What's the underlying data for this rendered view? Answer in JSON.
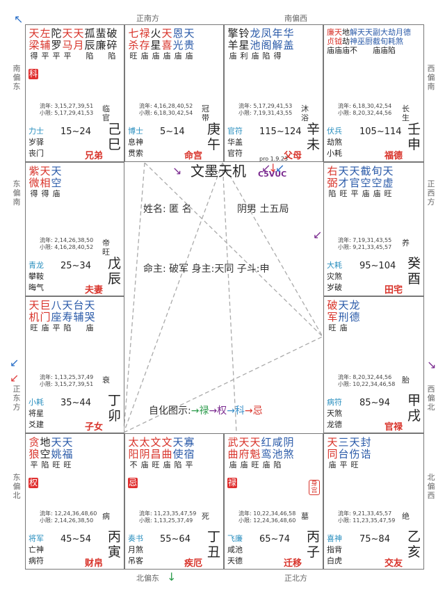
{
  "directions": {
    "top1": "正南方",
    "top2": "南偏西",
    "bottom1": "北偏东",
    "bottom2": "正北方",
    "left1": "南偏东",
    "left2": "东偏南",
    "left3": "正东方",
    "left4": "东偏北",
    "right1": "西偏南",
    "right2": "正西方",
    "right3": "西偏北",
    "right4": "北偏西"
  },
  "center": {
    "title": "文墨天机",
    "version": "pro 1.9.23",
    "code": "C5VUC",
    "name": "姓名: 匿 名",
    "gender": "阴男 土五局",
    "line2": "命主: 破军 身主:天同 子斗:申",
    "legend_prefix": "自化图示:",
    "legend_lu": "→禄",
    "legend_quan": "→权",
    "legend_ke": "→科",
    "legend_ji": "→忌"
  },
  "cells": {
    "si": {
      "stars": [
        [
          "天",
          "梁",
          "得",
          "red"
        ],
        [
          "左",
          "辅",
          "平",
          "red"
        ],
        [
          "陀",
          "罗",
          "平",
          "dk"
        ],
        [
          "天",
          "马",
          "平",
          "red"
        ],
        [
          "天",
          "月",
          "",
          "red"
        ],
        [
          "孤",
          "辰",
          "陷",
          "pur"
        ],
        [
          "蜚",
          "廉",
          "",
          "pur"
        ],
        [
          "破",
          "碎",
          "陷",
          "pur"
        ]
      ],
      "mark": "科",
      "ln1": "流年: 3,15,27,39,51",
      "ln2": "小限: 5,17,29,41,53",
      "god": "力士",
      "a": "岁驿",
      "b": "丧门",
      "range": "15~24",
      "stage1": "临",
      "stage2": "官",
      "g1": "己",
      "g2": "巳",
      "palace": "兄弟"
    },
    "wu": {
      "stars": [
        [
          "七",
          "杀",
          "旺",
          "red"
        ],
        [
          "禄",
          "存",
          "庙",
          "red"
        ],
        [
          "火",
          "星",
          "庙",
          "dk"
        ],
        [
          "天",
          "喜",
          "庙",
          "red"
        ],
        [
          "恩",
          "光",
          "庙",
          "blue"
        ],
        [
          "天",
          "贵",
          "庙",
          "blue"
        ]
      ],
      "ln1": "流年: 4,16,28,40,52",
      "ln2": "小限: 6,18,30,42,54",
      "god": "博士",
      "a": "息神",
      "b": "贯索",
      "range": "5~14",
      "stage1": "冠",
      "stage2": "带",
      "g1": "庚",
      "g2": "午",
      "palace": "命宫"
    },
    "wei": {
      "stars": [
        [
          "擎",
          "羊",
          "庙",
          "dk"
        ],
        [
          "铃",
          "星",
          "利",
          "dk"
        ],
        [
          "龙",
          "池",
          "庙",
          "blue"
        ],
        [
          "凤",
          "阁",
          "陷",
          "blue"
        ],
        [
          "年",
          "解",
          "得",
          "blue"
        ],
        [
          "华",
          "盖",
          "",
          "blue"
        ]
      ],
      "ln1": "流年: 5,17,29,41,53",
      "ln2": "小限: 7,19,31,43,55",
      "god": "官符",
      "a": "华盖",
      "b": "官符",
      "range": "115~124",
      "stage1": "沐",
      "stage2": "浴",
      "g1": "辛",
      "g2": "未",
      "palace": "父母"
    },
    "shen": {
      "stars": [
        [
          "廉",
          "贞",
          "庙",
          "red"
        ],
        [
          "天",
          "钺",
          "庙",
          "red"
        ],
        [
          "地",
          "劫",
          "庙",
          "dk"
        ],
        [
          "解",
          "神",
          "不",
          "blue"
        ],
        [
          "天",
          "巫",
          "",
          "blue"
        ],
        [
          "天",
          "厨",
          "",
          "blue"
        ],
        [
          "副",
          "截",
          "庙",
          "blue"
        ],
        [
          "大",
          "旬",
          "庙",
          "blue"
        ],
        [
          "劫",
          "耗",
          "陷",
          "blue"
        ],
        [
          "月",
          "煞",
          "",
          "blue"
        ],
        [
          "",
          "德",
          "",
          "blue"
        ]
      ],
      "ln1": "流年: 6,18,30,42,54",
      "ln2": "小限: 8,20,32,44,56",
      "god": "伏兵",
      "a": "劫煞",
      "b": "小耗",
      "range": "105~114",
      "stage1": "长",
      "stage2": "生",
      "g1": "壬",
      "g2": "申",
      "palace": "福德"
    },
    "chen": {
      "stars": [
        [
          "紫",
          "微",
          "得",
          "red"
        ],
        [
          "天",
          "相",
          "得",
          "red"
        ],
        [
          "天",
          "空",
          "庙",
          "blue"
        ]
      ],
      "ln1": "流年: 2,14,26,38,50",
      "ln2": "小限: 4,16,28,40,52",
      "god": "青龙",
      "a": "攀鞍",
      "b": "晦气",
      "range": "25~34",
      "stage1": "帝",
      "stage2": "旺",
      "g1": "戊",
      "g2": "辰",
      "palace": "夫妻"
    },
    "you": {
      "stars": [
        [
          "右",
          "弼",
          "陷",
          "red"
        ],
        [
          "天",
          "才",
          "旺",
          "blue"
        ],
        [
          "天",
          "官",
          "平",
          "blue"
        ],
        [
          "截",
          "空",
          "庙",
          "blue"
        ],
        [
          "旬",
          "空",
          "庙",
          "blue"
        ],
        [
          "天",
          "虚",
          "旺",
          "blue"
        ]
      ],
      "ln1": "流年: 7,19,31,43,55",
      "ln2": "小限: 9,21,33,45,57",
      "god": "大耗",
      "a": "灾煞",
      "b": "岁破",
      "range": "95~104",
      "stage1": "养",
      "stage2": "",
      "g1": "癸",
      "g2": "酉",
      "palace": "田宅"
    },
    "mao": {
      "stars": [
        [
          "天",
          "机",
          "旺",
          "red"
        ],
        [
          "巨",
          "门",
          "庙",
          "red"
        ],
        [
          "八",
          "座",
          "平",
          "blue"
        ],
        [
          "天",
          "寿",
          "陷",
          "blue"
        ],
        [
          "台",
          "辅",
          "",
          "blue"
        ],
        [
          "天",
          "哭",
          "庙",
          "blue"
        ]
      ],
      "ln1": "流年: 1,13,25,37,49",
      "ln2": "小限: 3,15,27,39,51",
      "god": "小耗",
      "a": "将星",
      "b": "爻建",
      "range": "35~44",
      "stage1": "衰",
      "stage2": "",
      "g1": "丁",
      "g2": "卯",
      "palace": "子女"
    },
    "xu": {
      "stars": [
        [
          "破",
          "军",
          "旺",
          "red"
        ],
        [
          "天",
          "刑",
          "庙",
          "blue"
        ],
        [
          "龙",
          "德",
          "",
          "blue"
        ]
      ],
      "ln1": "流年: 8,20,32,44,56",
      "ln2": "小限: 10,22,34,46,58",
      "god": "病符",
      "a": "天煞",
      "b": "龙德",
      "range": "85~94",
      "stage1": "胎",
      "stage2": "",
      "g1": "甲",
      "g2": "戌",
      "palace": "官禄"
    },
    "yin": {
      "stars": [
        [
          "贪",
          "狼",
          "平",
          "red"
        ],
        [
          "地",
          "空",
          "陷",
          "dk"
        ],
        [
          "天",
          "姚",
          "旺",
          "blue"
        ],
        [
          "天",
          "福",
          "旺",
          "blue"
        ]
      ],
      "mark": "权",
      "ln1": "流年: 12,24,36,48,60",
      "ln2": "小限: 2,14,26,38,50",
      "god": "将军",
      "a": "亡神",
      "b": "病符",
      "range": "45~54",
      "stage1": "病",
      "stage2": "",
      "g1": "丙",
      "g2": "寅",
      "palace": "财帛"
    },
    "chou": {
      "stars": [
        [
          "太",
          "阳",
          "不",
          "red"
        ],
        [
          "太",
          "阴",
          "庙",
          "red"
        ],
        [
          "文",
          "昌",
          "旺",
          "red"
        ],
        [
          "文",
          "曲",
          "庙",
          "red"
        ],
        [
          "天",
          "使",
          "陷",
          "blue"
        ],
        [
          "寡",
          "宿",
          "平",
          "blue"
        ]
      ],
      "mark": "忌",
      "ln1": "流年: 11,23,35,47,59",
      "ln2": "小限: 1,13,25,37,49",
      "god": "奏书",
      "a": "月煞",
      "b": "吊客",
      "range": "55~64",
      "stage1": "死",
      "stage2": "",
      "g1": "丁",
      "g2": "丑",
      "palace": "疾厄"
    },
    "zi": {
      "stars": [
        [
          "武",
          "曲",
          "庙",
          "red"
        ],
        [
          "天",
          "府",
          "庙",
          "red"
        ],
        [
          "天",
          "魁",
          "旺",
          "red"
        ],
        [
          "红",
          "鸾",
          "庙",
          "blue"
        ],
        [
          "咸",
          "池",
          "陷",
          "blue"
        ],
        [
          "阴",
          "煞",
          "",
          "blue"
        ]
      ],
      "mark": "禄",
      "shen": "身宫",
      "ln1": "流年: 10,22,34,46,58",
      "ln2": "小限: 12,24,36,48,60",
      "god": "飞廉",
      "a": "咸池",
      "b": "天德",
      "range": "65~74",
      "stage1": "墓",
      "stage2": "",
      "g1": "丙",
      "g2": "子",
      "palace": "迁移"
    },
    "hai": {
      "stars": [
        [
          "天",
          "同",
          "庙",
          "red"
        ],
        [
          "三",
          "台",
          "平",
          "blue"
        ],
        [
          "天",
          "伤",
          "旺",
          "blue"
        ],
        [
          "封",
          "诰",
          "",
          "blue"
        ]
      ],
      "ln1": "流年: 9,21,33,45,57",
      "ln2": "小限: 11,23,35,47,59",
      "god": "喜神",
      "a": "指背",
      "b": "白虎",
      "range": "75~84",
      "stage1": "绝",
      "stage2": "",
      "g1": "乙",
      "g2": "亥",
      "palace": "交友"
    }
  }
}
